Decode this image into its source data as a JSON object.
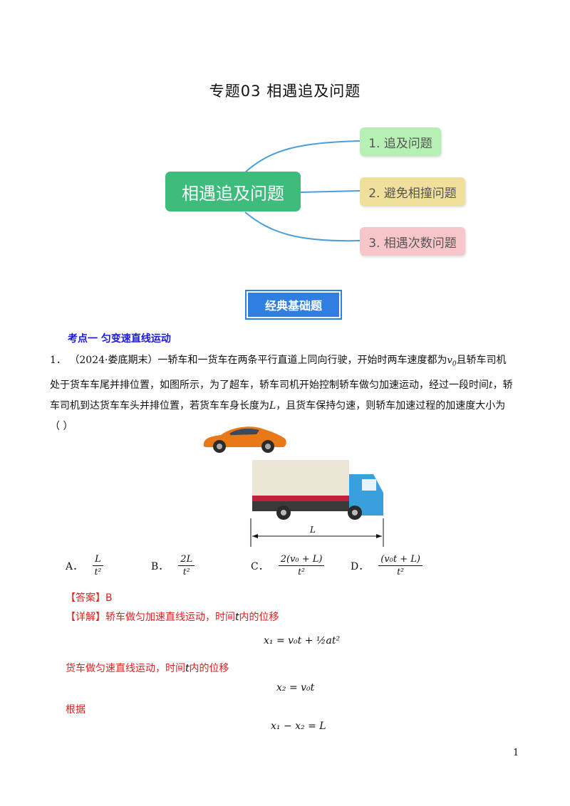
{
  "title": "专题03  相遇追及问题",
  "mindmap": {
    "root": "相遇追及问题",
    "nodes": [
      {
        "label": "1. 追及问题",
        "color": "#b6f0b4"
      },
      {
        "label": "2. 避免相撞问题",
        "color": "#f1e09a"
      },
      {
        "label": "3. 相遇次数问题",
        "color": "#f7c6cb"
      }
    ]
  },
  "badge": "经典基础题",
  "section_title": "考点一  匀变速直线运动",
  "question": {
    "number": "1．",
    "text_1": "（2024·娄底期末）一轿车和一货车在两条平行直道上同向行驶，开始时两车速度都为",
    "text_2": "且轿车司机处于货车车尾并排位置，如图所示，为了超车，轿车司机开始控制轿车做匀加速运动，经过一段时间",
    "text_3": "，轿车司机到达货车车头并排位置，若货车车身长度为",
    "text_4": "，且货车保持匀速，则轿车加速过程的加速度大小为（        ）",
    "v0": "v",
    "v0_sub": "0",
    "t": "t",
    "L": "L",
    "figure_label": "L"
  },
  "options": [
    {
      "letter": "A．",
      "num": "L",
      "den": "t²"
    },
    {
      "letter": "B．",
      "num": "2L",
      "den": "t²"
    },
    {
      "letter": "C．",
      "num": "2(v₀ + L)",
      "den": "t²"
    },
    {
      "letter": "D．",
      "num": "(v₀t + L)",
      "den": "t²"
    }
  ],
  "answer": {
    "label": "【答案】B",
    "detail_label": "【详解】",
    "detail_1": "轿车做匀加速直线运动，时间",
    "detail_2": "内的位移",
    "eq1": "x₁ = v₀t + ½at²",
    "truck_1": "货车做匀速直线运动，时间",
    "truck_2": "内的位移",
    "eq2": "x₂ = v₀t",
    "genju": "根据",
    "eq3": "x₁ − x₂ = L"
  },
  "page_number": "1",
  "colors": {
    "accent_blue": "#2f7ee0",
    "answer_red": "#e02020",
    "root_green": "#3dbc7c",
    "link_blue": "#1a1adb"
  }
}
